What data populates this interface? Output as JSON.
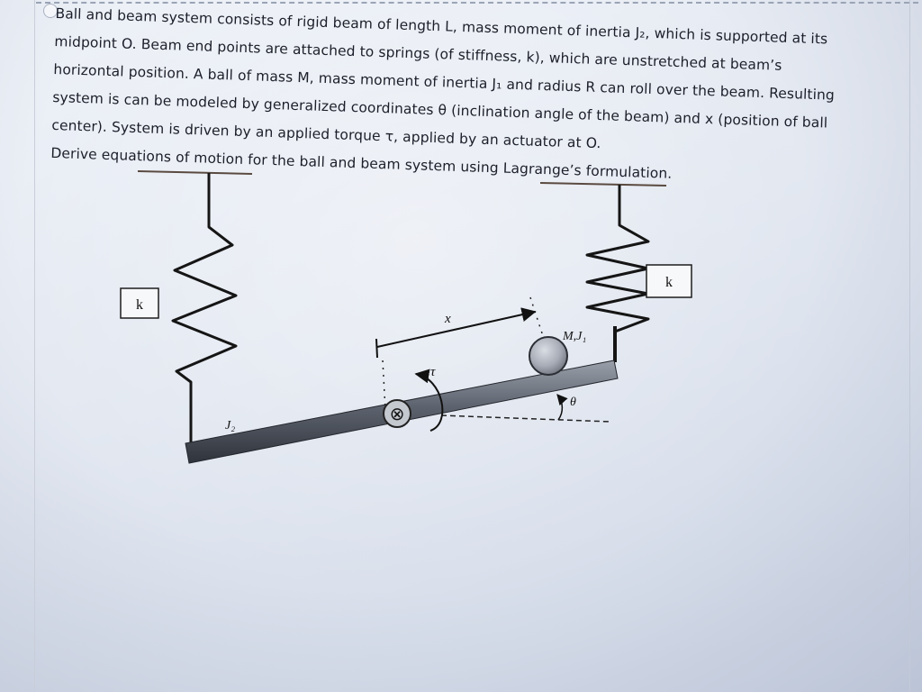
{
  "problem": {
    "lines": [
      "Ball and beam system consists of rigid beam of length L, mass moment of inertia J₂, which is supported at its",
      "midpoint O. Beam end points are attached to springs (of stiffness, k), which are unstretched at beam’s",
      "horizontal position. A ball of mass M, mass moment of inertia J₁ and radius R can roll over the beam. Resulting",
      "system is can be modeled by generalized coordinates θ (inclination angle of the beam) and x (position of ball",
      "center). System is driven by an applied torque τ, applied by an actuator at O.",
      "Derive equations of motion for the ball and beam system using Lagrange’s formulation."
    ]
  },
  "figure": {
    "left_spring_label": "k",
    "right_spring_label": "k",
    "position_label": "x",
    "torque_label": "τ",
    "angle_label": "θ",
    "ball_label": "M,J₁",
    "beam_label": "J₂",
    "pivot_symbol": "⊗"
  }
}
